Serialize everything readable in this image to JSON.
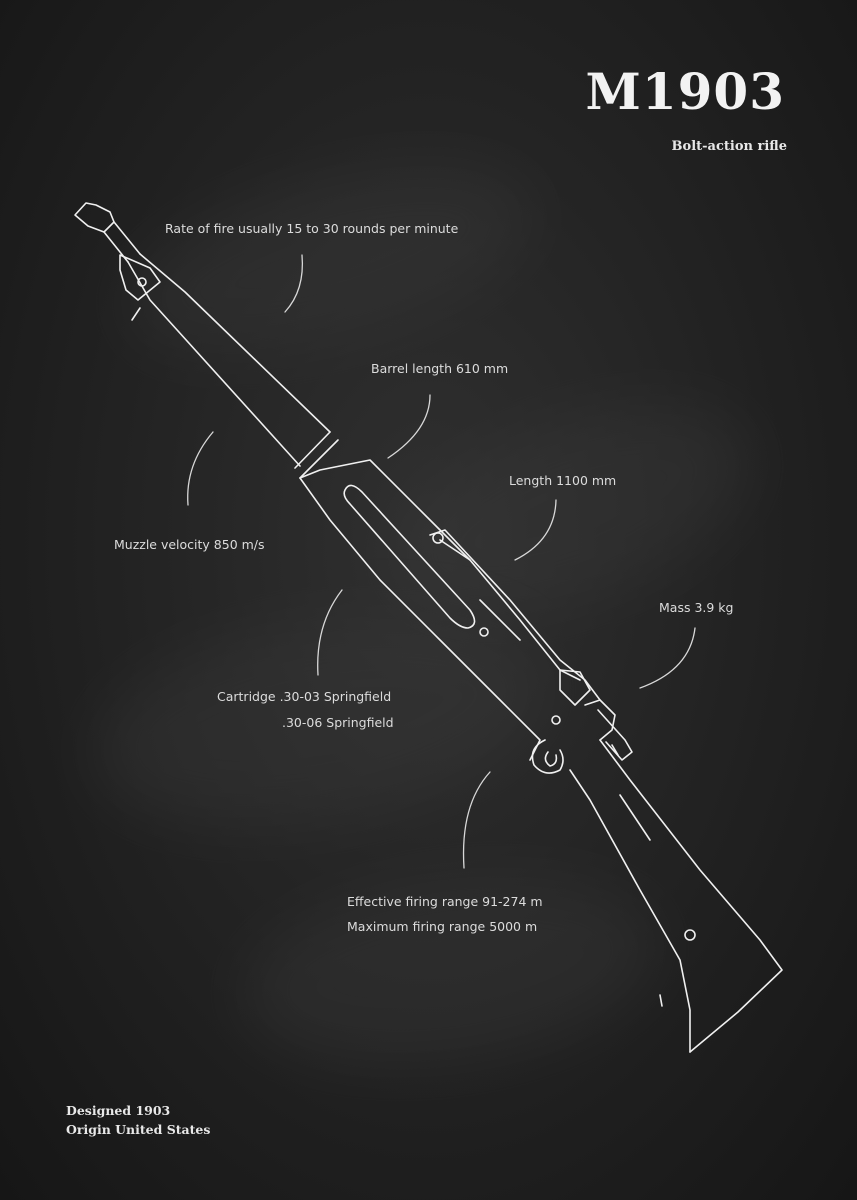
{
  "title": "M1903",
  "subtitle": "Bolt-action rifle",
  "specs": {
    "rate_of_fire": "Rate of fire usually 15 to 30 rounds per minute",
    "barrel_length": "Barrel length 610 mm",
    "length": "Length 1100 mm",
    "muzzle_velocity": "Muzzle velocity 850 m/s",
    "mass": "Mass 3.9 kg",
    "cartridge_line1": "Cartridge .30-03 Springfield",
    "cartridge_line2": ".30-06 Springfield",
    "effective_range": "Effective firing range 91-274 m",
    "max_range": "Maximum firing range 5000 m"
  },
  "footer": {
    "designed": "Designed 1903",
    "origin": "Origin United States"
  },
  "colors": {
    "background": "#1e1e1e",
    "chalk": "#f0f0f0"
  }
}
